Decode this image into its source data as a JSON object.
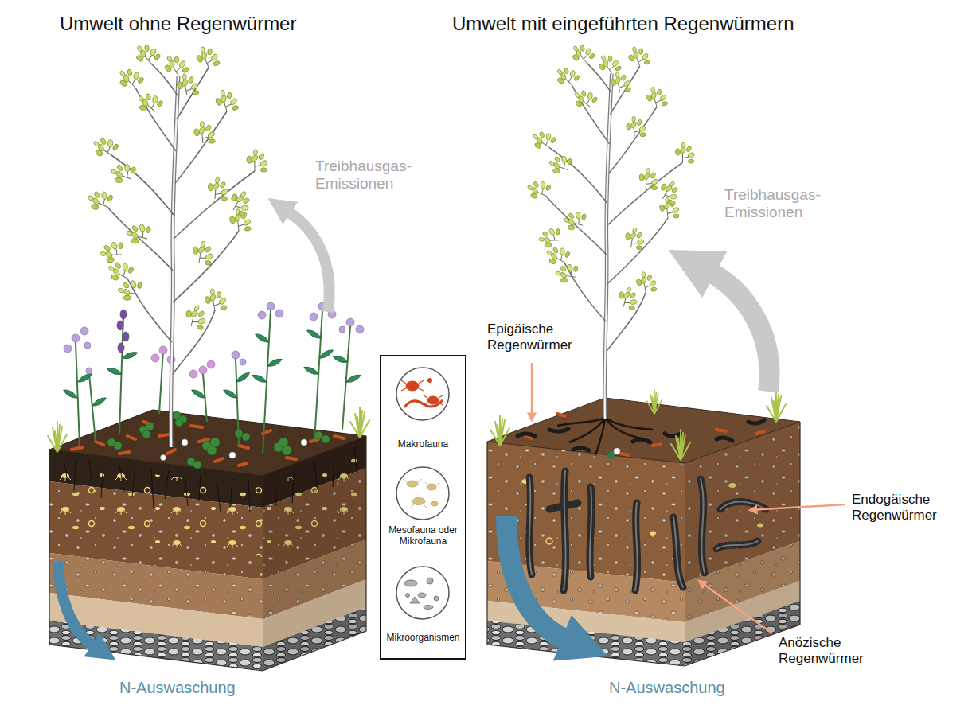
{
  "diagram": {
    "labels": [
      "Umwelt ohne Regenwürmer",
      "Treibhausgas- Emissionen",
      "N-Auswaschung",
      "Umwelt mit eingeführten Regenwürmern",
      "Treibhausgas- Emissionen",
      "Epigäische Regenwürmer",
      "Endogäische Regenwürmer",
      "Anözische Regenwürmer",
      "N-Auswaschung"
    ],
    "legend": [
      {
        "text": "Makrofauna"
      },
      {
        "text": "Mesofauna oder Mikrofauna"
      },
      {
        "text": "Mikroorganismen"
      }
    ]
  }
}
